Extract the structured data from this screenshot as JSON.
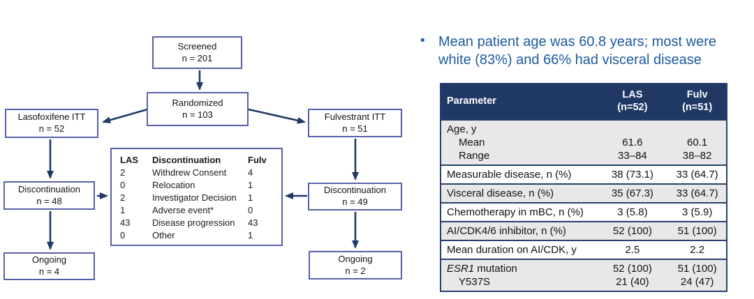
{
  "colors": {
    "box_border": "#5761A8",
    "arrow_navy": "#203864",
    "table_header_bg": "#1F3864",
    "bullet_blue": "#1C5AA0",
    "row_gray": "#E9E8E8"
  },
  "flowchart": {
    "boxes": {
      "screened": {
        "line1": "Screened",
        "line2": "n = 201"
      },
      "randomized": {
        "line1": "Randomized",
        "line2": "n = 103"
      },
      "laso_itt": {
        "line1": "Lasofoxifene ITT",
        "line2": "n = 52"
      },
      "fulv_itt": {
        "line1": "Fulvestrant ITT",
        "line2": "n = 51"
      },
      "disc_left": {
        "line1": "Discontinuation",
        "line2": "n = 48"
      },
      "disc_right": {
        "line1": "Discontinuation",
        "line2": "n = 49"
      },
      "ongoing_left": {
        "line1": "Ongoing",
        "line2": "n = 4"
      },
      "ongoing_right": {
        "line1": "Ongoing",
        "line2": "n = 2"
      }
    },
    "reasons": {
      "headers": [
        "LAS",
        "Discontinuation",
        "Fulv"
      ],
      "rows": [
        [
          "2",
          "Withdrew Consent",
          "4"
        ],
        [
          "0",
          "Relocation",
          "1"
        ],
        [
          "2",
          "Investigator Decision",
          "1"
        ],
        [
          "1",
          "Adverse event*",
          "0"
        ],
        [
          "43",
          "Disease progression",
          "43"
        ],
        [
          "0",
          "Other",
          "1"
        ]
      ]
    }
  },
  "bullet": {
    "dot": "•",
    "text": "Mean patient age was 60.8 years; most were white (83%) and 66% had visceral disease"
  },
  "table": {
    "header": {
      "param": "Parameter",
      "las_line1": "LAS",
      "las_line2": "(n=52)",
      "fulv_line1": "Fulv",
      "fulv_line2": "(n=51)"
    },
    "rows": [
      {
        "bg": "gray",
        "lines": [
          {
            "param": "Age, y",
            "las": "",
            "fulv": ""
          },
          {
            "param": "Mean",
            "indent": true,
            "las": "61.6",
            "fulv": "60.1"
          },
          {
            "param": "Range",
            "indent": true,
            "las": "33–84",
            "fulv": "38–82"
          }
        ]
      },
      {
        "bg": "white",
        "lines": [
          {
            "param": "Measurable disease, n (%)",
            "las": "38 (73.1)",
            "fulv": "33 (64.7)"
          }
        ]
      },
      {
        "bg": "gray",
        "lines": [
          {
            "param": "Visceral disease, n (%)",
            "las": "35 (67.3)",
            "fulv": "33 (64.7)"
          }
        ]
      },
      {
        "bg": "white",
        "lines": [
          {
            "param": "Chemotherapy in mBC, n (%)",
            "las": "3 (5.8)",
            "fulv": "3 (5.9)"
          }
        ]
      },
      {
        "bg": "gray",
        "lines": [
          {
            "param": "AI/CDK4/6 inhibitor, n (%)",
            "las": "52 (100)",
            "fulv": "51 (100)"
          }
        ]
      },
      {
        "bg": "white",
        "lines": [
          {
            "param": "Mean duration on AI/CDK, y",
            "las": "2.5",
            "fulv": "2.2"
          }
        ]
      },
      {
        "bg": "gray",
        "lines": [
          {
            "param_italic": "ESR1",
            "param": " mutation",
            "las": "52 (100)",
            "fulv": "51 (100)"
          },
          {
            "param": "Y537S",
            "indent": true,
            "las": "21 (40)",
            "fulv": "24 (47)"
          }
        ]
      }
    ]
  }
}
